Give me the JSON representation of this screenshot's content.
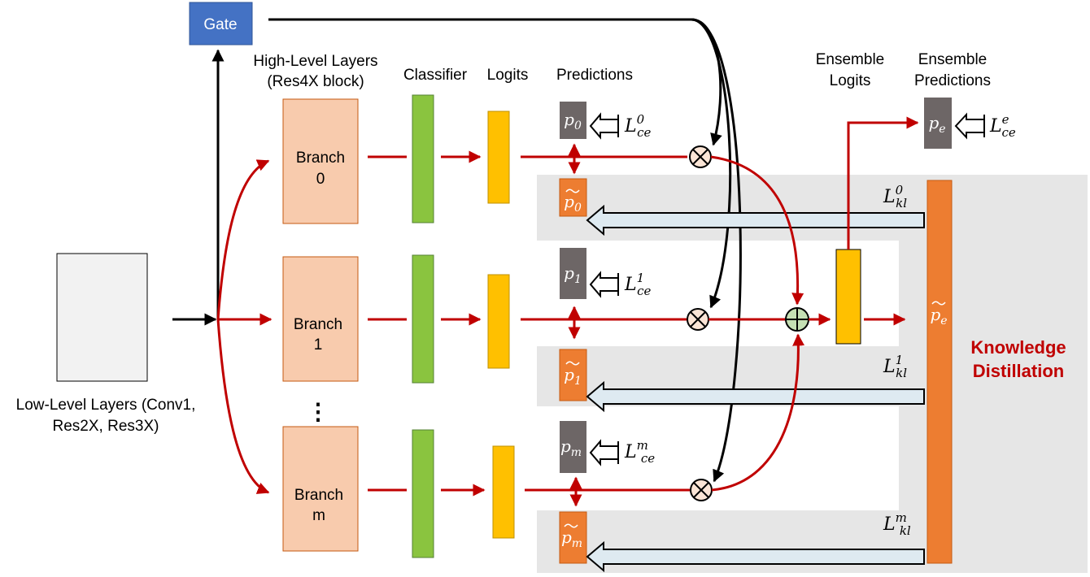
{
  "labels": {
    "gate": "Gate",
    "high_level_line1": "High-Level Layers",
    "high_level_line2": "(Res4X block)",
    "classifier": "Classifier",
    "logits": "Logits",
    "predictions": "Predictions",
    "ensemble_logits_line1": "Ensemble",
    "ensemble_logits_line2": "Logits",
    "ensemble_predictions_line1": "Ensemble",
    "ensemble_predictions_line2": "Predictions",
    "low_level_line1": "Low-Level Layers (Conv1,",
    "low_level_line2": "Res2X, Res3X)",
    "kd_line1": "Knowledge",
    "kd_line2": "Distillation",
    "ellipsis": "⋮"
  },
  "branches": [
    {
      "name_line1": "Branch",
      "name_line2": "0",
      "p_base": "p",
      "p_sub": "0",
      "pt_base": "p",
      "pt_sub": "0",
      "lce_base": "L",
      "lce_sup": "0",
      "lce_sub": "ce",
      "lkl_base": "L",
      "lkl_sup": "0",
      "lkl_sub": "kl"
    },
    {
      "name_line1": "Branch",
      "name_line2": "1",
      "p_base": "p",
      "p_sub": "1",
      "pt_base": "p",
      "pt_sub": "1",
      "lce_base": "L",
      "lce_sup": "1",
      "lce_sub": "ce",
      "lkl_base": "L",
      "lkl_sup": "1",
      "lkl_sub": "kl"
    },
    {
      "name_line1": "Branch",
      "name_line2": "m",
      "p_base": "p",
      "p_sub": "m",
      "pt_base": "p",
      "pt_sub": "m",
      "lce_base": "L",
      "lce_sup": "m",
      "lce_sub": "ce",
      "lkl_base": "L",
      "lkl_sup": "m",
      "lkl_sub": "kl"
    }
  ],
  "ensemble": {
    "p_base": "p",
    "p_sub": "e",
    "lce_base": "L",
    "lce_sup": "e",
    "lce_sub": "ce",
    "pt_base": "p",
    "pt_sub": "e"
  },
  "colors": {
    "gate": "#4472c4",
    "branch": "#f8cbad",
    "classifier": "#8ac43f",
    "logits": "#ffc000",
    "prediction": "#6d6666",
    "soft_prediction": "#ed7d31",
    "kd_panel": "#e6e6e6",
    "arrow_red": "#c00000",
    "kd_text": "#c00000"
  }
}
